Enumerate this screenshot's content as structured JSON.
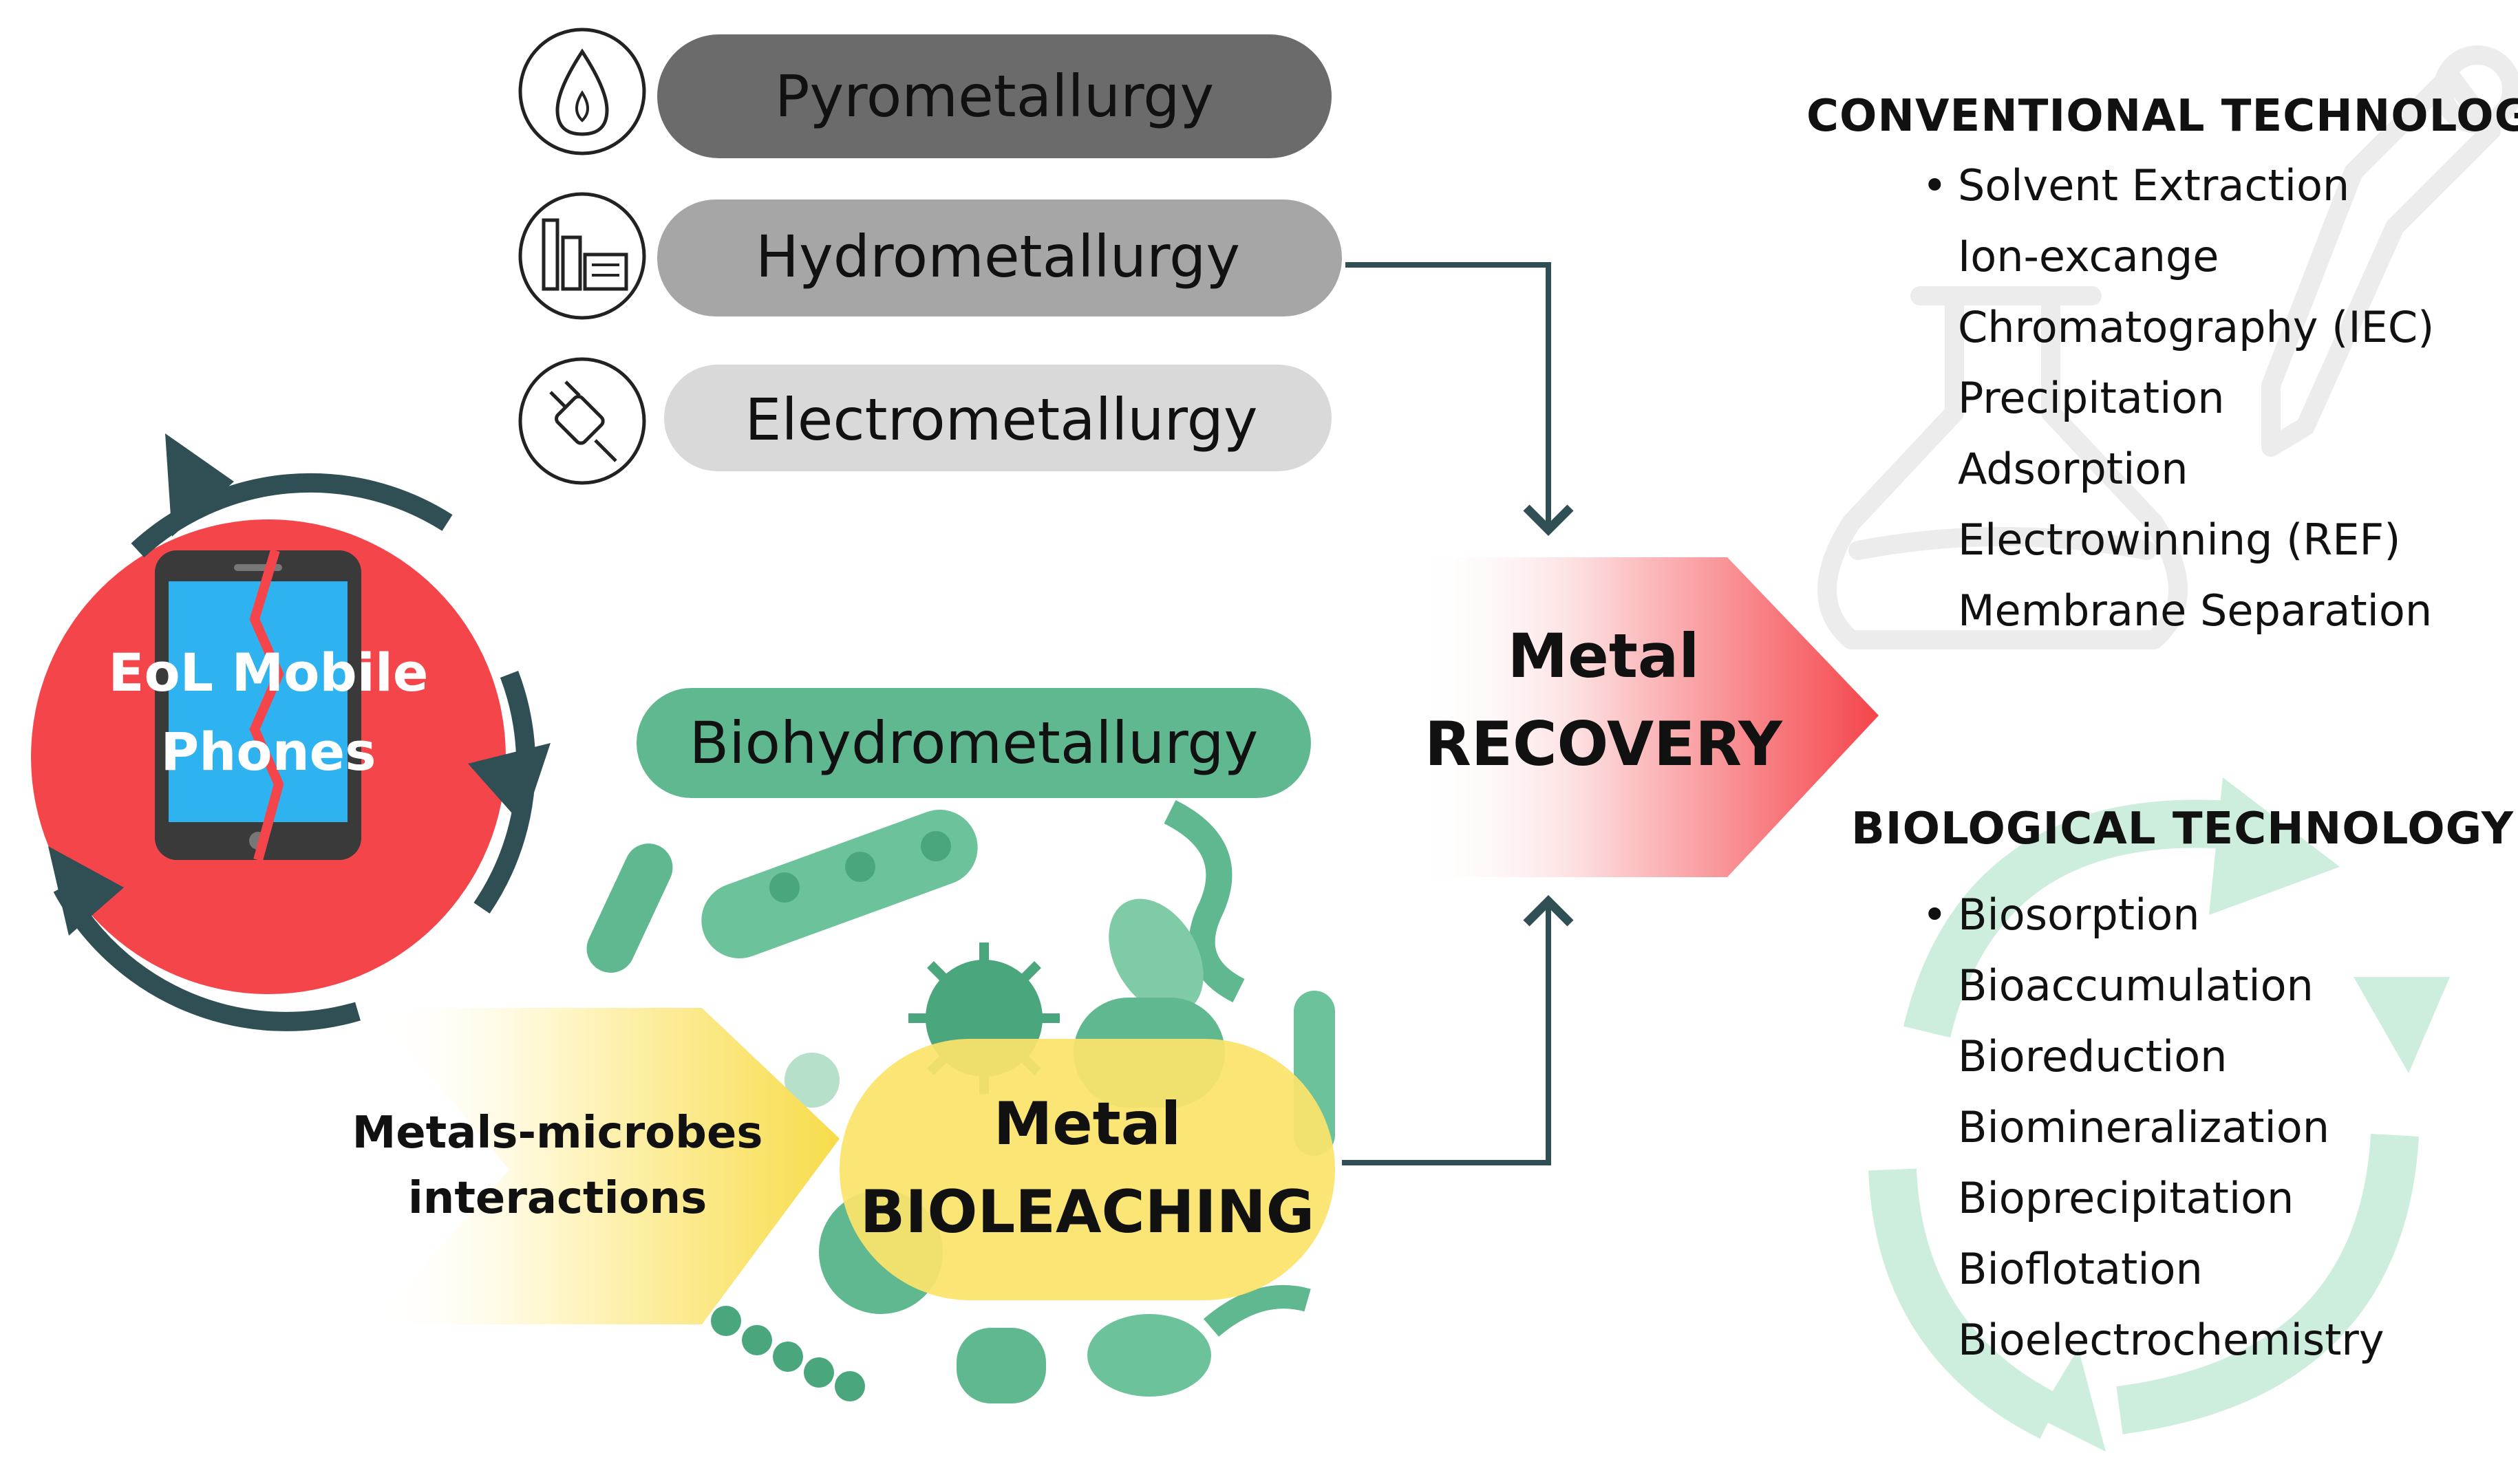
{
  "processes": {
    "pyro": "Pyrometallurgy",
    "hydro": "Hydrometallurgy",
    "electro": "Electrometallurgy",
    "bio": "Biohydrometallurgy"
  },
  "process_icons": [
    "drop-icon",
    "factory-icon",
    "plug-icon"
  ],
  "eol": {
    "line1": "EoL Mobile",
    "line2": "Phones"
  },
  "interactions": {
    "line1": "Metals-microbes",
    "line2": "interactions"
  },
  "bioleaching": {
    "line1": "Metal",
    "line2": "BIOLEACHING"
  },
  "recovery": {
    "line1": "Metal",
    "line2": "RECOVERY"
  },
  "conventional": {
    "title": "CONVENTIONAL TECHNOLOGY",
    "items": [
      "Solvent Extraction",
      "Ion-excange",
      "Chromatography (IEC)",
      "Precipitation",
      "Adsorption",
      "Electrowinning (REF)",
      "Membrane Separation"
    ]
  },
  "biological": {
    "title": "BIOLOGICAL TECHNOLOGY",
    "items": [
      "Biosorption",
      "Bioaccumulation",
      "Bioreduction",
      "Biomineralization",
      "Bioprecipitation",
      "Bioflotation",
      "Bioelectrochemistry"
    ]
  },
  "colors": {
    "pyro": "#6b6b6b",
    "hydro": "#a6a6a6",
    "electro": "#d9d9d9",
    "bio": "#5fb88f",
    "recovery": "#f4454b",
    "bioleaching": "#fbe36a",
    "phone_circle": "#f4454b",
    "phone_screen": "#2fb3f0",
    "arrow_dark": "#2f4f55",
    "recycle": "#c9ecd9"
  }
}
